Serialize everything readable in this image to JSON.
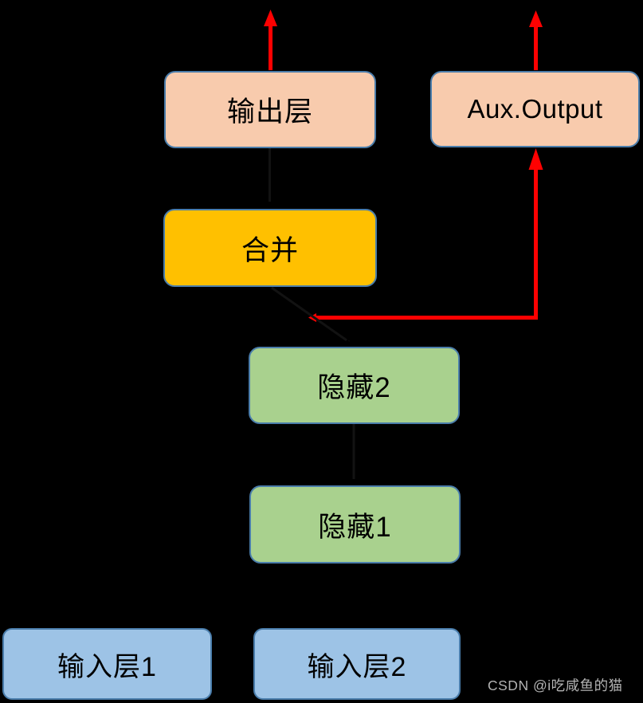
{
  "diagram": {
    "background": "#000000",
    "node_border_color": "#4a7dab",
    "arrow_red": "#fe0101",
    "connector_color": "#121212",
    "nodes": [
      {
        "id": "output-layer",
        "label": "输出层",
        "fill": "#F8CBAD"
      },
      {
        "id": "aux-output",
        "label": "Aux.Output",
        "fill": "#F8CBAD"
      },
      {
        "id": "merge",
        "label": "合并",
        "fill": "#FFC000"
      },
      {
        "id": "hidden-2",
        "label": "隐藏2",
        "fill": "#A9D18E"
      },
      {
        "id": "hidden-1",
        "label": "隐藏1",
        "fill": "#A9D18E"
      },
      {
        "id": "input-1",
        "label": "输入层1",
        "fill": "#9DC3E6"
      },
      {
        "id": "input-2",
        "label": "输入层2",
        "fill": "#9DC3E6"
      }
    ],
    "arrows": [
      {
        "id": "arrow-output-up",
        "type": "red",
        "desc": "up out of 输出层 top"
      },
      {
        "id": "arrow-aux-up",
        "type": "red",
        "desc": "up out of Aux.Output top"
      },
      {
        "id": "arrow-hidden2-to-aux",
        "type": "red",
        "desc": "elbow from above 隐藏2 right then up into Aux.Output bottom"
      },
      {
        "id": "connector-output-merge",
        "type": "black",
        "desc": "输出层 bottom to 合并 top"
      },
      {
        "id": "connector-merge-hidden2",
        "type": "black",
        "desc": "合并 bottom diagonal to 隐藏2 top"
      },
      {
        "id": "connector-hidden2-hidden1",
        "type": "black",
        "desc": "隐藏2 bottom to 隐藏1 top"
      }
    ],
    "watermark": {
      "text": "CSDN @i吃咸鱼的猫",
      "color": "#b3b3b3"
    }
  }
}
